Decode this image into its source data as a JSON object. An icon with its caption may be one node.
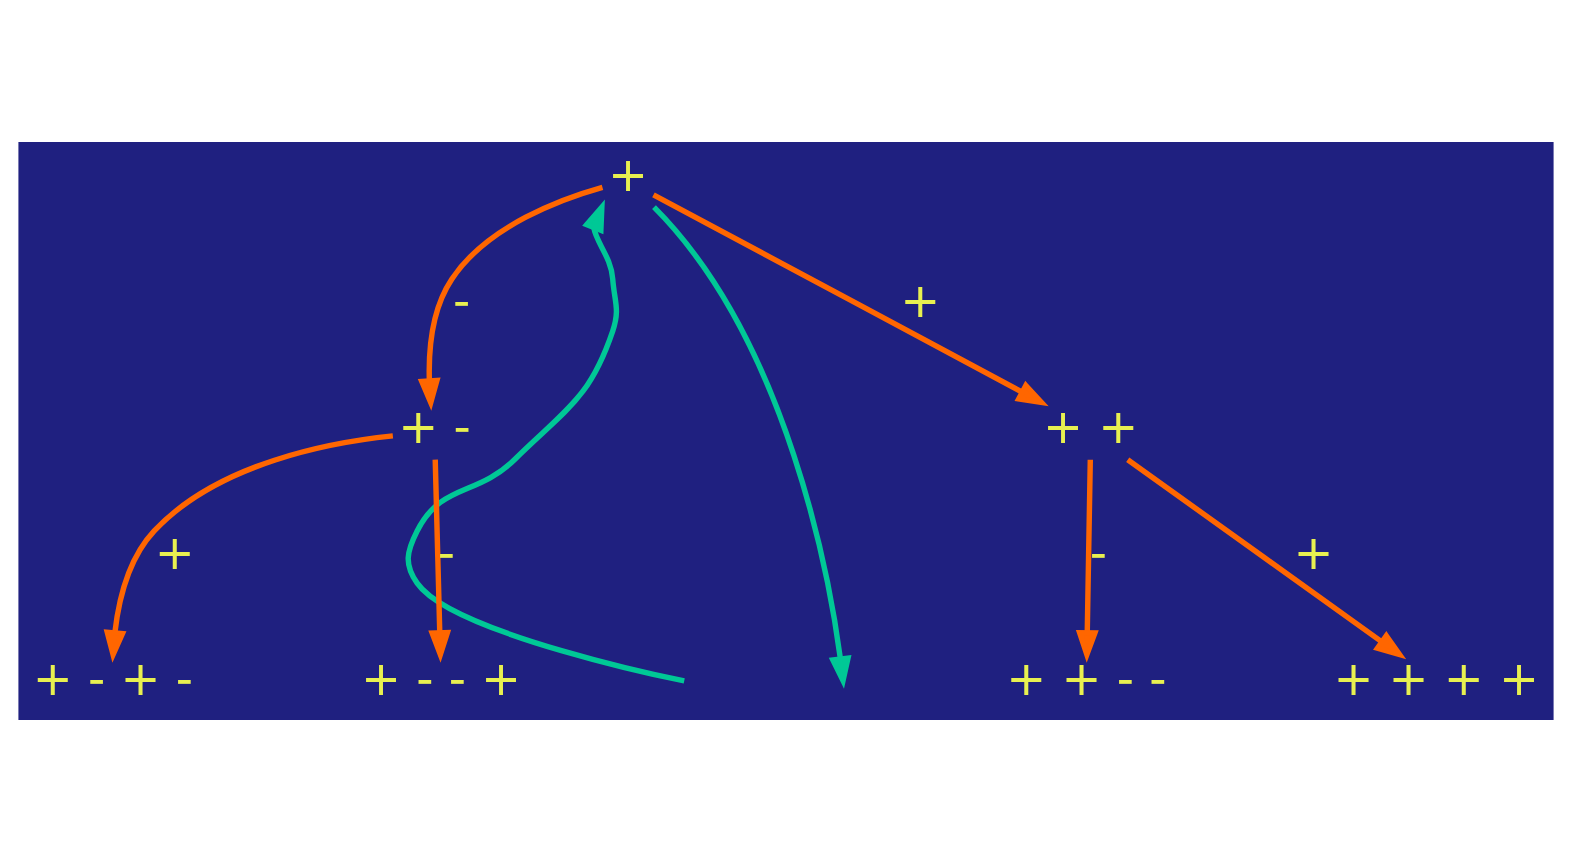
{
  "diagram": {
    "nodes": [
      {
        "text": [
          "+"
        ]
      },
      {
        "text": [
          "+ -"
        ]
      },
      {
        "text": [
          "+ +"
        ]
      },
      {
        "text": [
          "+ - + -"
        ]
      },
      {
        "text": [
          "+ - - +"
        ]
      },
      {
        "text": [
          "+ + - -"
        ]
      },
      {
        "text": [
          "+ + + +"
        ]
      }
    ],
    "edges": [
      {
        "from": 0,
        "to": 1,
        "arrow": "to",
        "label": "-"
      },
      {
        "from": 0,
        "to": 2,
        "arrow": "to",
        "label": "+"
      },
      {
        "from": 1,
        "to": 3,
        "arrow": "to",
        "label": "+"
      },
      {
        "from": 1,
        "to": 4,
        "arrow": "to",
        "label": "-"
      },
      {
        "from": 2,
        "to": 5,
        "arrow": "to",
        "label": "-"
      },
      {
        "from": 2,
        "to": 6,
        "arrow": "to",
        "label": "+"
      },
      {
        "from": null,
        "to": 0,
        "arrow": "to",
        "color": "#00c896"
      },
      {
        "from": 0,
        "to": null,
        "arrow": "to",
        "color": "#00c896"
      }
    ]
  }
}
